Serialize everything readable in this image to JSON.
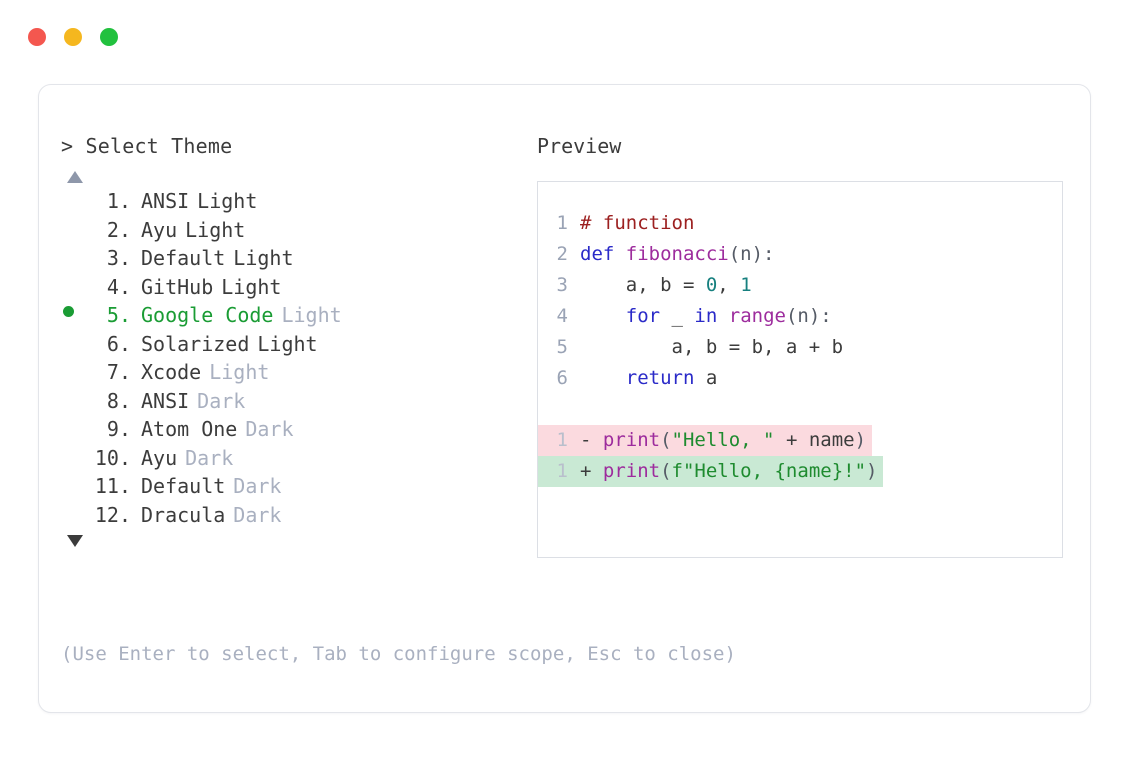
{
  "window": {
    "controls": [
      {
        "name": "close",
        "color": "#f4574f"
      },
      {
        "name": "minimize",
        "color": "#f5b71f"
      },
      {
        "name": "maximize",
        "color": "#22c13e"
      }
    ]
  },
  "selector": {
    "prompt": "> Select Theme",
    "scroll_up_glyph": "▲",
    "scroll_down_glyph": "▼",
    "selected_index": 5,
    "bullet_glyph": "●",
    "items": [
      {
        "index": "1.",
        "name": "ANSI",
        "variant": "Light",
        "variant_dim": false,
        "selected": false
      },
      {
        "index": "2.",
        "name": "Ayu",
        "variant": "Light",
        "variant_dim": false,
        "selected": false
      },
      {
        "index": "3.",
        "name": "Default",
        "variant": "Light",
        "variant_dim": false,
        "selected": false
      },
      {
        "index": "4.",
        "name": "GitHub",
        "variant": "Light",
        "variant_dim": false,
        "selected": false
      },
      {
        "index": "5.",
        "name": "Google Code",
        "variant": "Light",
        "variant_dim": true,
        "selected": true
      },
      {
        "index": "6.",
        "name": "Solarized",
        "variant": "Light",
        "variant_dim": false,
        "selected": false
      },
      {
        "index": "7.",
        "name": "Xcode",
        "variant": "Light",
        "variant_dim": true,
        "selected": false
      },
      {
        "index": "8.",
        "name": "ANSI",
        "variant": "Dark",
        "variant_dim": true,
        "selected": false
      },
      {
        "index": "9.",
        "name": "Atom One",
        "variant": "Dark",
        "variant_dim": true,
        "selected": false
      },
      {
        "index": "10.",
        "name": "Ayu",
        "variant": "Dark",
        "variant_dim": true,
        "selected": false
      },
      {
        "index": "11.",
        "name": "Default",
        "variant": "Dark",
        "variant_dim": true,
        "selected": false
      },
      {
        "index": "12.",
        "name": "Dracula",
        "variant": "Dark",
        "variant_dim": true,
        "selected": false
      }
    ]
  },
  "preview": {
    "label": "Preview",
    "code_lines": [
      {
        "ln": "1",
        "tokens": [
          {
            "t": "# function",
            "c": "cmt"
          }
        ]
      },
      {
        "ln": "2",
        "tokens": [
          {
            "t": "def ",
            "c": "kw"
          },
          {
            "t": "fibonacci",
            "c": "fn"
          },
          {
            "t": "(n):",
            "c": "pn"
          }
        ]
      },
      {
        "ln": "3",
        "tokens": [
          {
            "t": "    a, b = ",
            "c": "code"
          },
          {
            "t": "0",
            "c": "num"
          },
          {
            "t": ", ",
            "c": "code"
          },
          {
            "t": "1",
            "c": "num"
          }
        ]
      },
      {
        "ln": "4",
        "tokens": [
          {
            "t": "    ",
            "c": "code"
          },
          {
            "t": "for",
            "c": "kw"
          },
          {
            "t": " _ ",
            "c": "code"
          },
          {
            "t": "in",
            "c": "kw"
          },
          {
            "t": " ",
            "c": "code"
          },
          {
            "t": "range",
            "c": "fn"
          },
          {
            "t": "(n):",
            "c": "pn"
          }
        ]
      },
      {
        "ln": "5",
        "tokens": [
          {
            "t": "        a, b = b, a + b",
            "c": "code"
          }
        ]
      },
      {
        "ln": "6",
        "tokens": [
          {
            "t": "    ",
            "c": "code"
          },
          {
            "t": "return",
            "c": "kw"
          },
          {
            "t": " a",
            "c": "code"
          }
        ]
      }
    ],
    "diff_lines": [
      {
        "ln": "1",
        "kind": "del",
        "sign": "- ",
        "tokens": [
          {
            "t": "print",
            "c": "fn"
          },
          {
            "t": "(",
            "c": "pn"
          },
          {
            "t": "\"Hello, \"",
            "c": "str"
          },
          {
            "t": " + name",
            "c": "code"
          },
          {
            "t": ")",
            "c": "pn"
          }
        ]
      },
      {
        "ln": "1",
        "kind": "add",
        "sign": "+ ",
        "tokens": [
          {
            "t": "print",
            "c": "fn"
          },
          {
            "t": "(",
            "c": "pn"
          },
          {
            "t": "f\"Hello, {name}!\"",
            "c": "str"
          },
          {
            "t": ")",
            "c": "pn"
          }
        ]
      }
    ]
  },
  "footer": {
    "hint": "(Use Enter to select, Tab to configure scope, Esc to close)"
  },
  "colors": {
    "accent_green": "#1a9c34",
    "muted": "#a9b0c0",
    "keyword": "#2a2ac8",
    "function": "#9d2c9d",
    "number": "#17807f",
    "string": "#1e8b2f",
    "comment": "#9c2020",
    "diff_delete_bg": "#fbdadf",
    "diff_add_bg": "#c9e9d4"
  }
}
